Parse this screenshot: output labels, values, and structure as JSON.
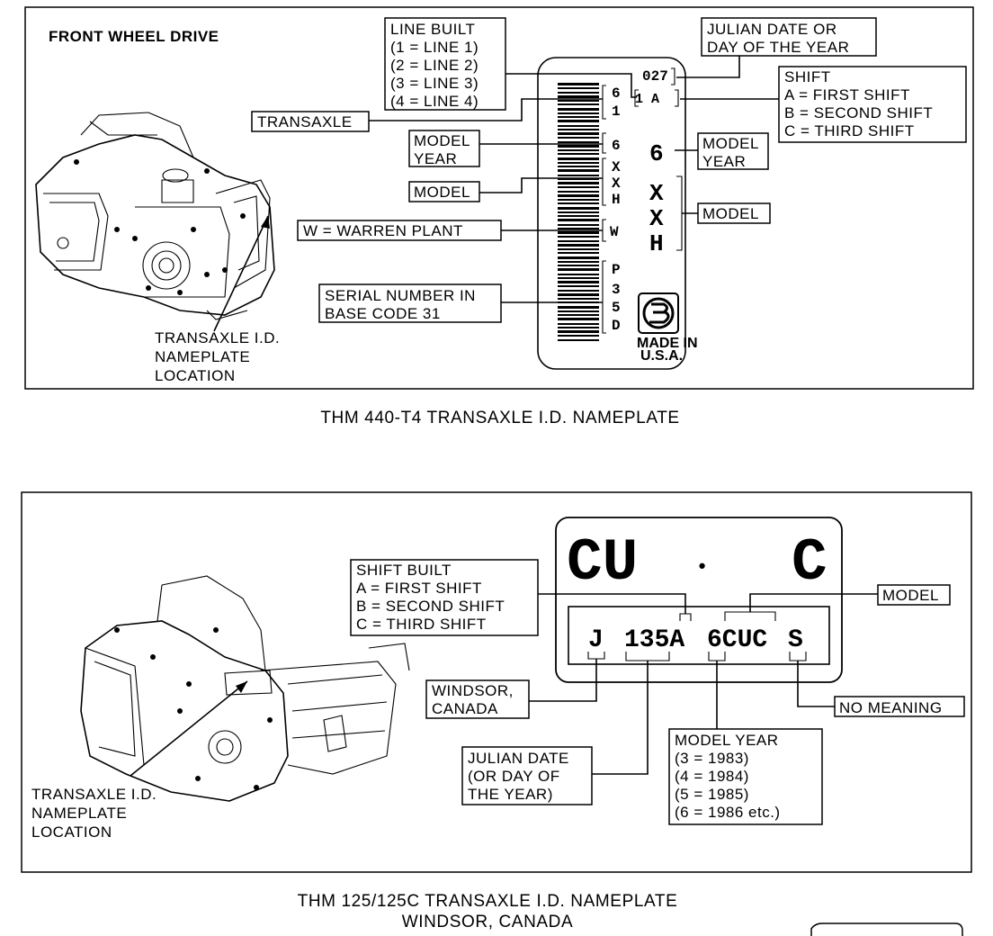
{
  "panel1": {
    "heading": "FRONT WHEEL DRIVE",
    "caption": "THM 440-T4 TRANSAXLE I.D. NAMEPLATE",
    "transaxle_location": [
      "TRANSAXLE I.D.",
      "NAMEPLATE",
      "LOCATION"
    ],
    "line_built": [
      "LINE BUILT",
      "(1  =  LINE 1)",
      "(2  =  LINE 2)",
      "(3  =  LINE 3)",
      "(4  =  LINE 4)"
    ],
    "julian": [
      "JULIAN DATE OR",
      "DAY OF THE YEAR"
    ],
    "shift": [
      "SHIFT",
      "A  =  FIRST SHIFT",
      "B  =  SECOND SHIFT",
      "C  =  THIRD SHIFT"
    ],
    "transaxle": "TRANSAXLE",
    "model_year_left": [
      "MODEL",
      "YEAR"
    ],
    "model_year_right": [
      "MODEL",
      "YEAR"
    ],
    "model_left": "MODEL",
    "model_right": "MODEL",
    "warren": "W  =  WARREN PLANT",
    "serial": [
      "SERIAL NUMBER IN",
      "BASE CODE 31"
    ],
    "plate": {
      "julian_code": "027",
      "line_shift_code": "1  A",
      "left_chars": [
        "6",
        "1",
        "6",
        "X",
        "X",
        "H",
        "W",
        "P",
        "3",
        "5",
        "D"
      ],
      "right_year": "6",
      "right_model": [
        "X",
        "X",
        "H"
      ],
      "made_in": [
        "MADE IN",
        "U.S.A."
      ]
    }
  },
  "panel2": {
    "caption_line1": "THM 125/125C TRANSAXLE I.D. NAMEPLATE",
    "caption_line2": "WINDSOR, CANADA",
    "transaxle_location": [
      "TRANSAXLE I.D.",
      "NAMEPLATE",
      "LOCATION"
    ],
    "shift_built": [
      "SHIFT BUILT",
      "A  =  FIRST SHIFT",
      "B  =  SECOND SHIFT",
      "C  =  THIRD SHIFT"
    ],
    "model": "MODEL",
    "windsor": [
      "WINDSOR,",
      "CANADA"
    ],
    "no_meaning": "NO MEANING",
    "julian": [
      "JULIAN DATE",
      "(OR DAY OF",
      "THE YEAR)"
    ],
    "model_year": [
      "MODEL YEAR",
      "(3  =  1983)",
      "(4  =  1984)",
      "(5  =  1985)",
      "(6  =  1986 etc.)"
    ],
    "plate": {
      "big_left": "CU",
      "big_dot": "•",
      "big_right": "C",
      "code_j": "J",
      "code_julian": "135A",
      "code_model": "6CUC",
      "code_s": "S"
    }
  }
}
